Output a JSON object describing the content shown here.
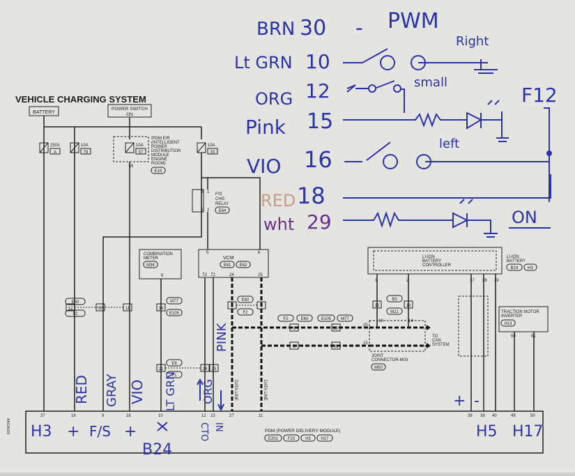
{
  "title": "VEHICLE CHARGING SYSTEM",
  "labels": {
    "battery": "BATTERY",
    "power_switch": "POWER SWITCH",
    "power_switch_state": "ON",
    "fuse1_rating": "250A",
    "fuse1_id": "A",
    "fuse2_rating": "10A",
    "fuse2_id": "78",
    "fuse3_rating": "10A",
    "fuse3_id": "57",
    "fuse4_rating": "10A",
    "fuse4_id": "33",
    "ipdm_lines": [
      "IPDM E/R",
      "(INTELLIGENT",
      "POWER",
      "DISTRIBUTION",
      "MODULE",
      "ENGINE",
      "ROOM)"
    ],
    "ipdm_conn": "E15",
    "ipdm_pin": "59",
    "relay_lines": [
      "F/S",
      "CHG",
      "RELAY"
    ],
    "relay_conn": "E64",
    "relay_pins": [
      "3",
      "1",
      "5",
      "2"
    ],
    "meter_lines": [
      "COMBINATION",
      "METER"
    ],
    "meter_conn": "M34",
    "meter_pin": "9",
    "vcm": "VCM",
    "vcm_conn1": "E61",
    "vcm_conn2": "E62",
    "vcm_pins_top": [
      "5",
      "6"
    ],
    "vcm_pins_bottom": [
      "73",
      "72",
      "24",
      "25"
    ],
    "liion_ctrl_lines": [
      "LI-ION",
      "BATTERY",
      "CONTROLLER"
    ],
    "liion_ctrl_pins": [
      "1",
      "2"
    ],
    "liion_batt_lines": [
      "LI-ION",
      "BATTERY"
    ],
    "liion_batt_conn1": "B24",
    "liion_batt_conn2": "H3",
    "liion_batt_pins": [
      "37",
      "38",
      "39"
    ],
    "inverter_lines": [
      "TRACTION MOTOR",
      "INVERTER"
    ],
    "inverter_conn": "H13",
    "inverter_pins": [
      "50",
      "51"
    ],
    "joint_lines": [
      "JOINT",
      "CONNECTOR-M03"
    ],
    "joint_conn": "M50",
    "joint_pins": [
      "20",
      "19",
      "14",
      "15"
    ],
    "can_lines": [
      "TO",
      "CAN",
      "SYSTEM"
    ],
    "conn_e60": "E60",
    "conn_f2": "F2",
    "conn_m77": "M77",
    "conn_e105": "E105",
    "conn_e8": "E8",
    "conn_f1": "F1",
    "conn_b3": "B3",
    "conn_m21": "M21",
    "junction_pins": [
      "12",
      "10",
      "11",
      "34",
      "3",
      "4",
      "5",
      "6",
      "50",
      "49",
      "21",
      "24",
      "25",
      "15",
      "16"
    ],
    "data_line": "DATA LINE",
    "pdm": "PDM (POWER DELIVERY MODULE)",
    "pdm_conns": [
      "E201",
      "F23",
      "H5",
      "H17"
    ],
    "pdm_pins": [
      "37",
      "18",
      "9",
      "16",
      "10",
      "12",
      "15",
      "27",
      "11",
      "38",
      "39",
      "40",
      "49",
      "50"
    ],
    "side_code": "AACIA000"
  },
  "handwriting": {
    "rows": [
      {
        "color": "BRN",
        "pin": "30",
        "note": "PWM"
      },
      {
        "color": "Lt GRN",
        "pin": "10",
        "note": "Right"
      },
      {
        "color": "ORG",
        "pin": "12",
        "note": "small"
      },
      {
        "color": "Pink",
        "pin": "15",
        "note": ""
      },
      {
        "color": "VIO",
        "pin": "16",
        "note": "left"
      },
      {
        "color": "RED",
        "pin": "18",
        "note": ""
      },
      {
        "color": "wht",
        "pin": "29",
        "note": "ON"
      }
    ],
    "dash": "-",
    "f12": "F12",
    "wire_labels": [
      "RED",
      "GRAY",
      "VIO",
      "LT GRN",
      "ORG",
      "PINK"
    ],
    "cto": "CTO",
    "in": "IN",
    "pdm_h3": "H3",
    "pdm_plus1": "+",
    "pdm_fs": "F/S",
    "pdm_plus2": "+",
    "pdm_b24": "B24",
    "pdm_h5": "H5",
    "pdm_h17": "H17",
    "plus": "+",
    "minus": "-"
  }
}
